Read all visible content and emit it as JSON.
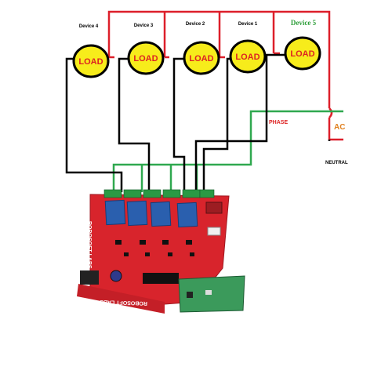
{
  "devices": [
    {
      "name": "Device 4",
      "load": "LOAD"
    },
    {
      "name": "Device 3",
      "load": "LOAD"
    },
    {
      "name": "Device 2",
      "load": "LOAD"
    },
    {
      "name": "Device 1",
      "load": "LOAD"
    },
    {
      "name": "Device 5",
      "load": "LOAD"
    }
  ],
  "labels": {
    "phase": "PHASE",
    "ac": "AC",
    "neutral": "NEUTRAL"
  },
  "board": {
    "brand": "ROBOSOFT LABS",
    "brand_bottom": "ROBOSOFT LABS"
  },
  "colors": {
    "wire_red": "#dd1f2a",
    "wire_green": "#2fa84f",
    "wire_black": "#000000",
    "bulb_yellow": "#f7ec1b",
    "pcb_red": "#d8242c",
    "relay_blue": "#2a5fae",
    "terminal_green": "#2a9a44",
    "module_green": "#3b9a5b"
  }
}
